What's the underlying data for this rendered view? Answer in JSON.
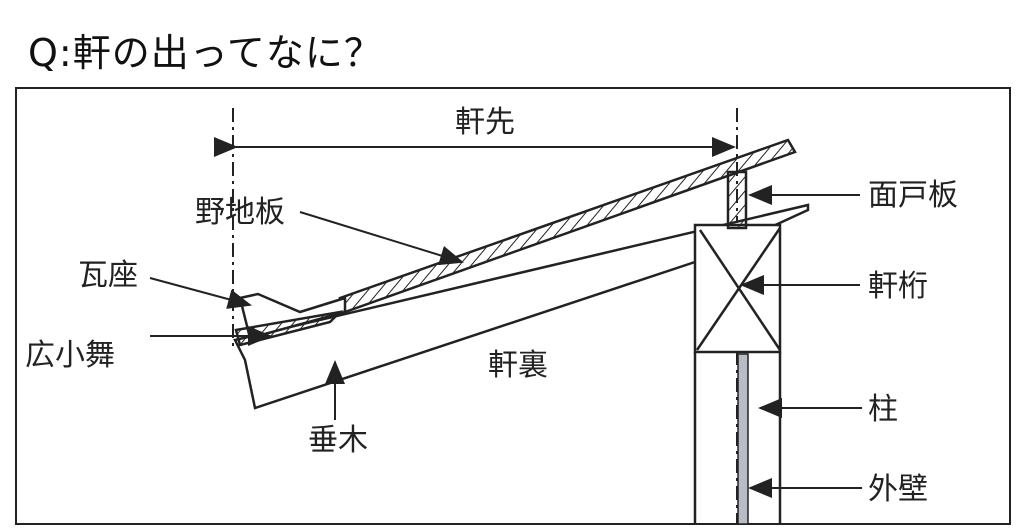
{
  "title": "Q:軒の出ってなに？",
  "labels": {
    "nokisaki": "軒先",
    "nojiita": "野地板",
    "kawaraza": "瓦座",
    "hirokomai": "広小舞",
    "nokiura": "軒裏",
    "taruki": "垂木",
    "mendoita": "面戸板",
    "nokigeta": "軒桁",
    "hashira": "柱",
    "gaiheki": "外壁"
  },
  "colors": {
    "line": "#222222",
    "wall": "#b8bcc4"
  }
}
